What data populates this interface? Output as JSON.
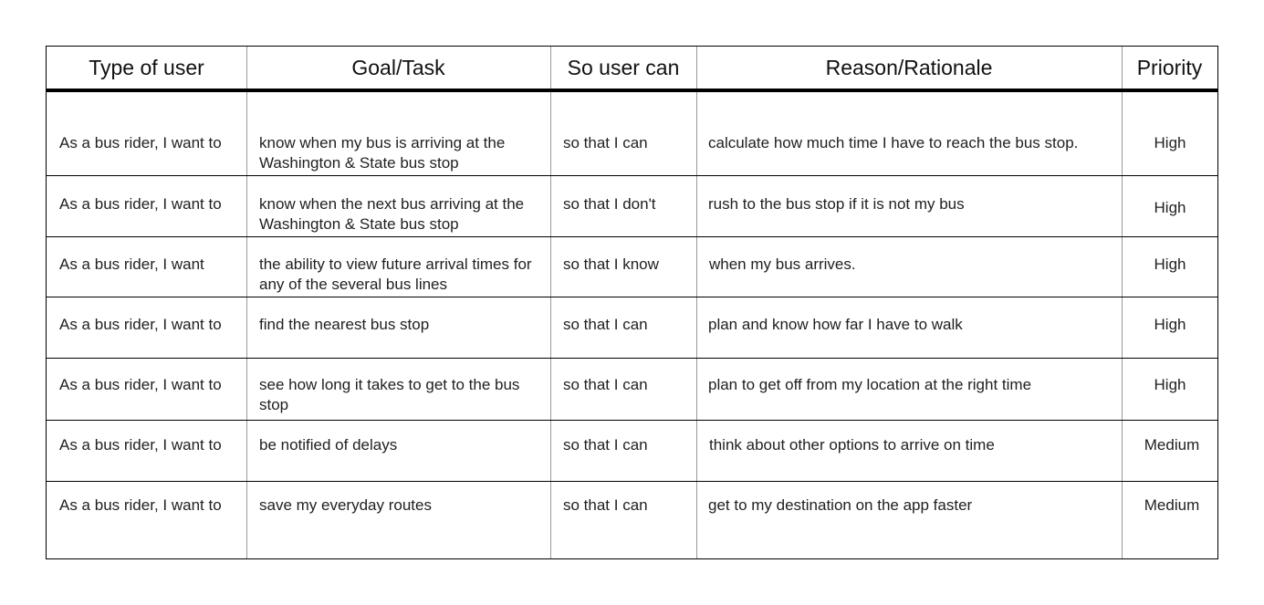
{
  "table": {
    "headers": [
      "Type of user",
      "Goal/Task",
      "So user can",
      "Reason/Rationale",
      "Priority"
    ],
    "rows": [
      {
        "type": "As a bus rider, I want to",
        "goal": "know when my bus is arriving at the Washington & State bus stop",
        "so": "so that I can",
        "reason": "calculate how much time I have to reach the bus stop.",
        "priority": "High"
      },
      {
        "type": "As a bus rider, I want to",
        "goal": "know when the next bus arriving at the Washington & State bus stop",
        "so": "so that I don't",
        "reason": "rush to the bus stop if it is not my bus",
        "priority": "High"
      },
      {
        "type": "As a bus rider, I want",
        "goal": "the ability to view future arrival times for any of the several bus lines",
        "so": "so that I know",
        "reason": "when my bus arrives.",
        "priority": "High"
      },
      {
        "type": "As a bus rider, I want to",
        "goal": "find the nearest bus stop",
        "so": "so that I can",
        "reason": "plan and know how far I have to walk",
        "priority": "High"
      },
      {
        "type": "As a bus rider, I want to",
        "goal": "see how long it takes to get to the bus stop",
        "so": "so that I can",
        "reason": "plan to get off from my location at the right time",
        "priority": "High"
      },
      {
        "type": "As a bus rider, I want to",
        "goal": "be notified of delays",
        "so": "so that I can",
        "reason": "think about other options to arrive on time",
        "priority": "Medium"
      },
      {
        "type": "As a bus rider, I want to",
        "goal": "save my everyday routes",
        "so": "so that I can",
        "reason": "get to my destination on the app faster",
        "priority": "Medium"
      }
    ]
  }
}
